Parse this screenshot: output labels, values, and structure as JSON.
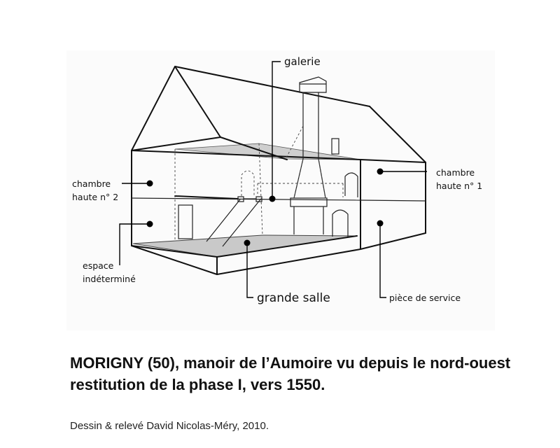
{
  "labels": {
    "galerie": "galerie",
    "chambre_haute_1": [
      "chambre",
      "haute n° 1"
    ],
    "chambre_haute_2": [
      "chambre",
      "haute n° 2"
    ],
    "espace_indetermine": [
      "espace",
      "indéterminé"
    ],
    "grande_salle": "grande salle",
    "piece_de_service": "pièce de service"
  },
  "caption": {
    "line1": "MORIGNY (50), manoir de l’Aumoire vu depuis le nord-ouest",
    "line2": "restitution de la phase I, vers 1550."
  },
  "credit": "Dessin & relevé David Nicolas-Méry, 2010."
}
